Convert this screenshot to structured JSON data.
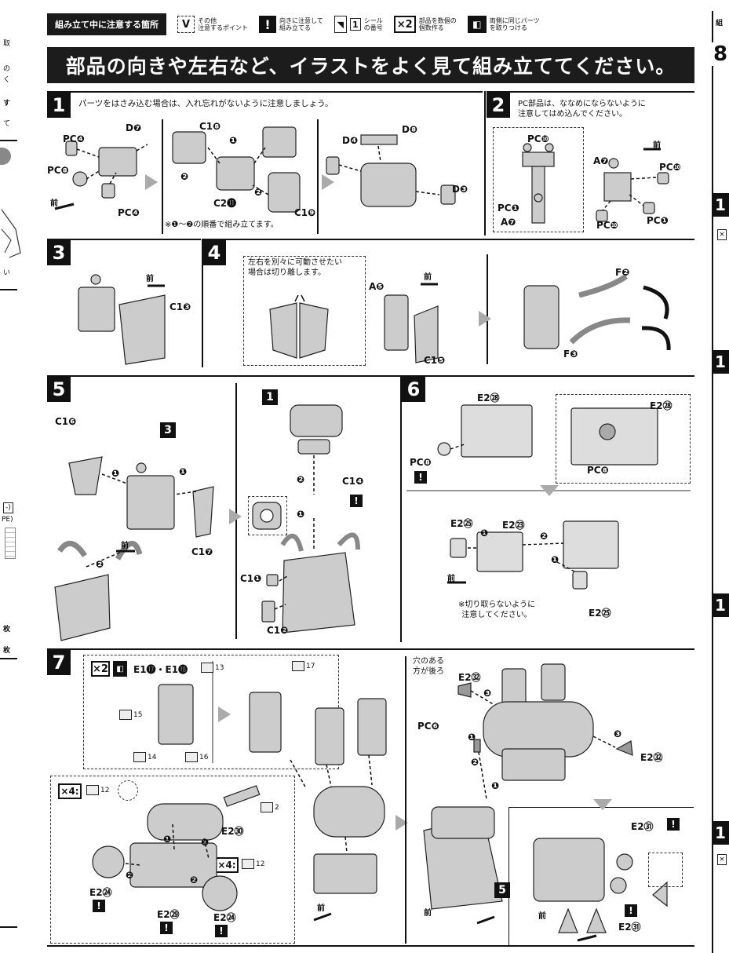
{
  "legend": {
    "title": "組み立て中に注意する箇所",
    "items": [
      {
        "symbol": "V",
        "text_line1": "その他",
        "text_line2": "注意するポイント"
      },
      {
        "symbol": "!",
        "text_line1": "向きに注意して",
        "text_line2": "組み立てる"
      },
      {
        "symbol": "1",
        "text_line1": "シール",
        "text_line2": "の番号"
      },
      {
        "symbol": "×2",
        "text_line1": "部品を数個の",
        "text_line2": "個数作る"
      },
      {
        "symbol": "◧",
        "text_line1": "両側に同じパーツ",
        "text_line2": "を取りつける"
      }
    ]
  },
  "banner": "部品の向きや左右など、イラストをよく見て組み立ててください。",
  "steps": {
    "s1": {
      "num": "1",
      "note": "パーツをはさみ込む場合は、入れ忘れがないように注意しましょう。",
      "labels": [
        "PC❹",
        "D❼",
        "PC❽",
        "PC❹",
        "前",
        "C1❽",
        "❶",
        "❷",
        "C2⓫",
        "❷",
        "C1❾",
        "D❹",
        "D❽",
        "D❸"
      ],
      "footnote": "※❶～❷の順番で組み立てます。"
    },
    "s2": {
      "num": "2",
      "note_line1": "PC部品は、ななめにならないように",
      "note_line2": "注意してはめ込んでください。",
      "labels": [
        "PC❿",
        "PC❶",
        "A❼",
        "前",
        "A❼",
        "PC❿",
        "PC❿",
        "PC❶"
      ]
    },
    "s3": {
      "num": "3",
      "labels": [
        "前",
        "C1❸"
      ]
    },
    "s4": {
      "num": "4",
      "note_line1": "左右を別々に可動させたい",
      "note_line2": "場合は切り離します。",
      "labels": [
        "A❺",
        "前",
        "C1❺",
        "F❷",
        "F❸"
      ]
    },
    "s5": {
      "num": "5",
      "labels": [
        "C1❻",
        "3",
        "❶",
        "❶",
        "❷",
        "C1❼",
        "前",
        "1",
        "❷",
        "C1❹",
        "❶",
        "C1❶",
        "C1❷"
      ]
    },
    "s6": {
      "num": "6",
      "labels": [
        "E2㉘",
        "E2㉘",
        "PC❽",
        "PC❽",
        "E2㉕",
        "❶",
        "E2㉓",
        "❷",
        "前",
        "❶",
        "E2㉕"
      ],
      "footnote_line1": "※切り取らないように",
      "footnote_line2": "注意してください。"
    },
    "s7": {
      "num": "7",
      "top_label": "E1⓱・E1⓲",
      "stickers": [
        "13",
        "15",
        "14",
        "16",
        "17",
        "12",
        "2",
        "12"
      ],
      "mult": [
        "×2",
        "×4:",
        "×4:"
      ],
      "labels": [
        "E2㉚",
        "E2㉔",
        "E2㉙",
        "E2㉔",
        "前",
        "❶",
        "❶",
        "❷",
        "❷"
      ],
      "right_labels": [
        "穴のある",
        "方が後ろ",
        "E2㉜",
        "❸",
        "PC❻",
        "❶",
        "❷",
        "❶",
        "❸",
        "E2㉜",
        "5",
        "前",
        "E2㉛",
        "前",
        "E2㉛"
      ]
    }
  },
  "left_fragments": [
    "取",
    "の",
    "く",
    "す",
    "て",
    "い",
    "-)",
    "PE)",
    "枚",
    "枚"
  ],
  "right_fragments": {
    "header": "組",
    "nums": [
      "8",
      "1",
      "1",
      "1",
      "1"
    ],
    "mult": [
      "×",
      "×"
    ]
  }
}
